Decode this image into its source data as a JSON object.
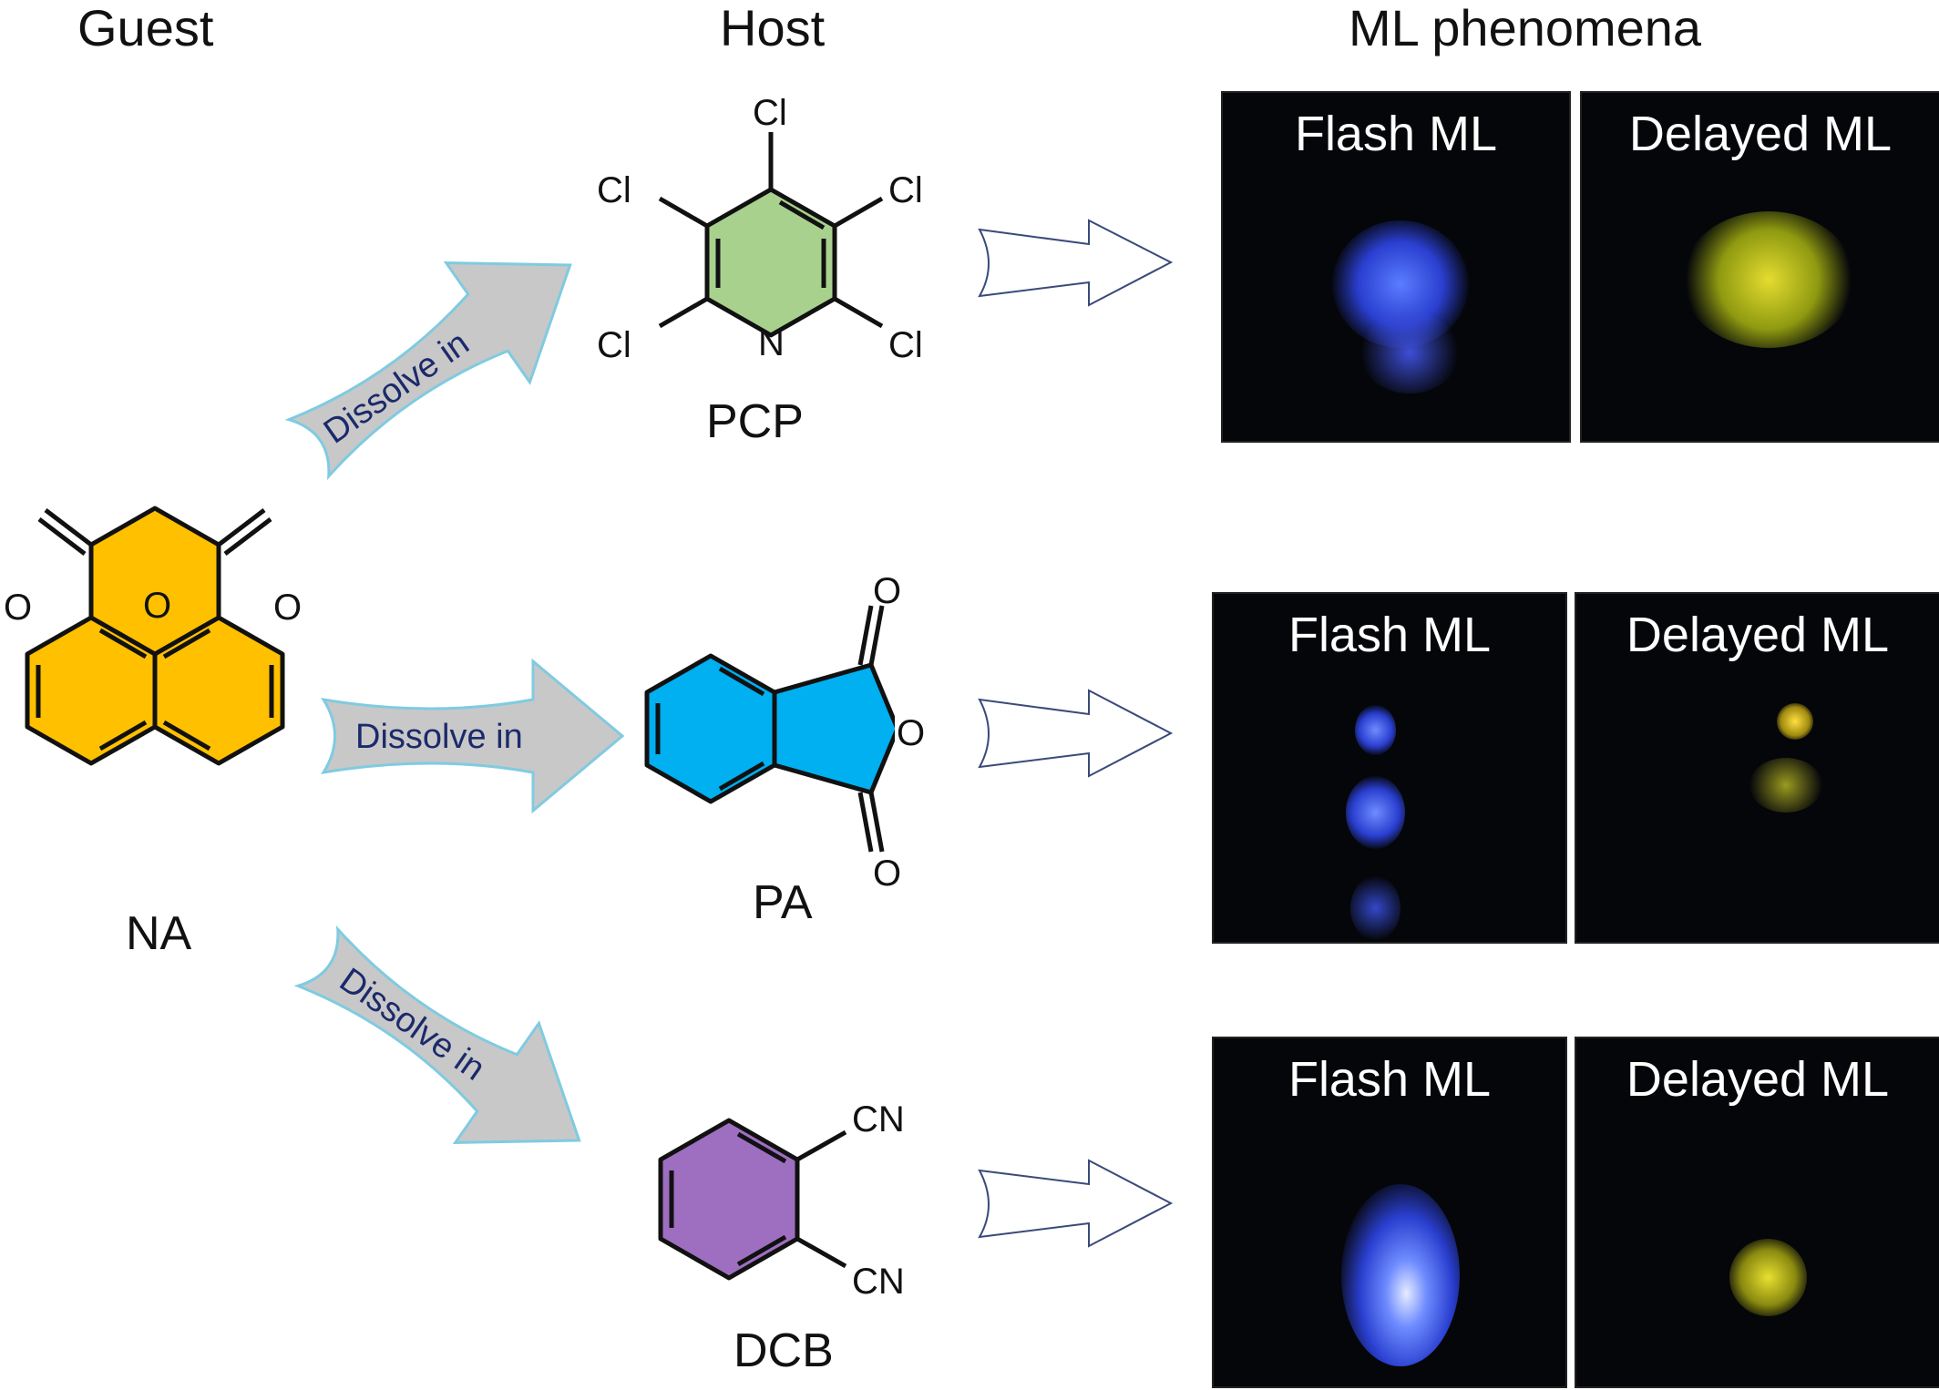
{
  "headers": {
    "guest": "Guest",
    "host": "Host",
    "ml": "ML phenomena"
  },
  "guest": {
    "name": "NA",
    "atoms": [
      "O",
      "O",
      "O"
    ]
  },
  "arrow_label": "Dissolve in",
  "hosts": [
    {
      "name": "PCP",
      "atoms": [
        "Cl",
        "Cl",
        "Cl",
        "Cl",
        "Cl",
        "N"
      ],
      "fill": "#a9d18e"
    },
    {
      "name": "PA",
      "atoms": [
        "O",
        "O",
        "O"
      ],
      "fill": "#00b0f0"
    },
    {
      "name": "DCB",
      "atoms": [
        "CN",
        "CN"
      ],
      "fill": "#9e6fc0"
    }
  ],
  "panels": [
    {
      "flash": "Flash ML",
      "delayed": "Delayed ML"
    },
    {
      "flash": "Flash ML",
      "delayed": "Delayed ML"
    },
    {
      "flash": "Flash ML",
      "delayed": "Delayed ML"
    }
  ],
  "colors": {
    "guest_fill": "#ffc000",
    "arrow_fill": "#c8c8c8",
    "arrow_stroke": "#7fcbe0",
    "flash_glow": "#3a5cff",
    "delayed_glow": "#d8d020"
  }
}
